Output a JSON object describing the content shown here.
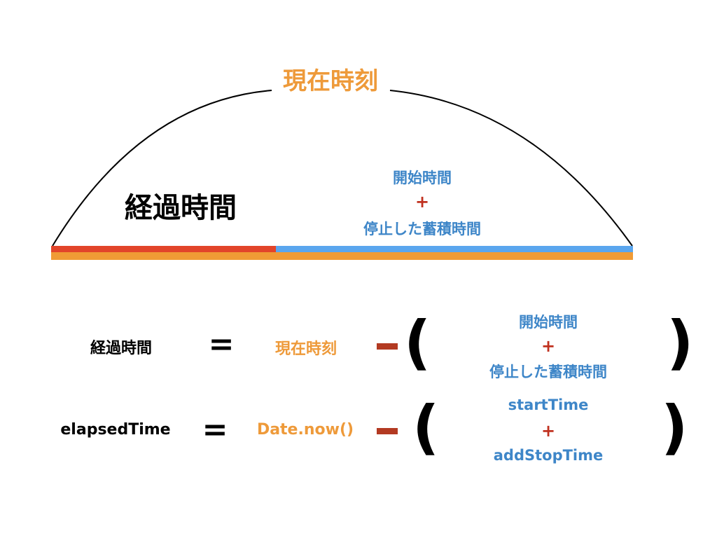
{
  "top": {
    "current_time": "現在時刻",
    "elapsed": "経過時間",
    "start_time": "開始時間",
    "plus": "+",
    "stop_accum": "停止した蓄積時間"
  },
  "eq1": {
    "lhs": "経過時間",
    "equals": "=",
    "current_time": "現在時刻",
    "open_paren": "(",
    "start_time": "開始時間",
    "plus": "+",
    "stop_accum": "停止した蓄積時間",
    "close_paren": ")"
  },
  "eq2": {
    "lhs": "elapsedTime",
    "equals": "=",
    "current_time": "Date.now()",
    "open_paren": "(",
    "start_time": "startTime",
    "plus": "+",
    "stop_accum": "addStopTime",
    "close_paren": ")"
  },
  "colors": {
    "orange": "#ee9a3a",
    "blue": "#3e86c8",
    "red": "#c0311f",
    "bar_red": "#e2442a",
    "bar_blue": "#5aa6ee",
    "bar_orange": "#f09b35"
  }
}
